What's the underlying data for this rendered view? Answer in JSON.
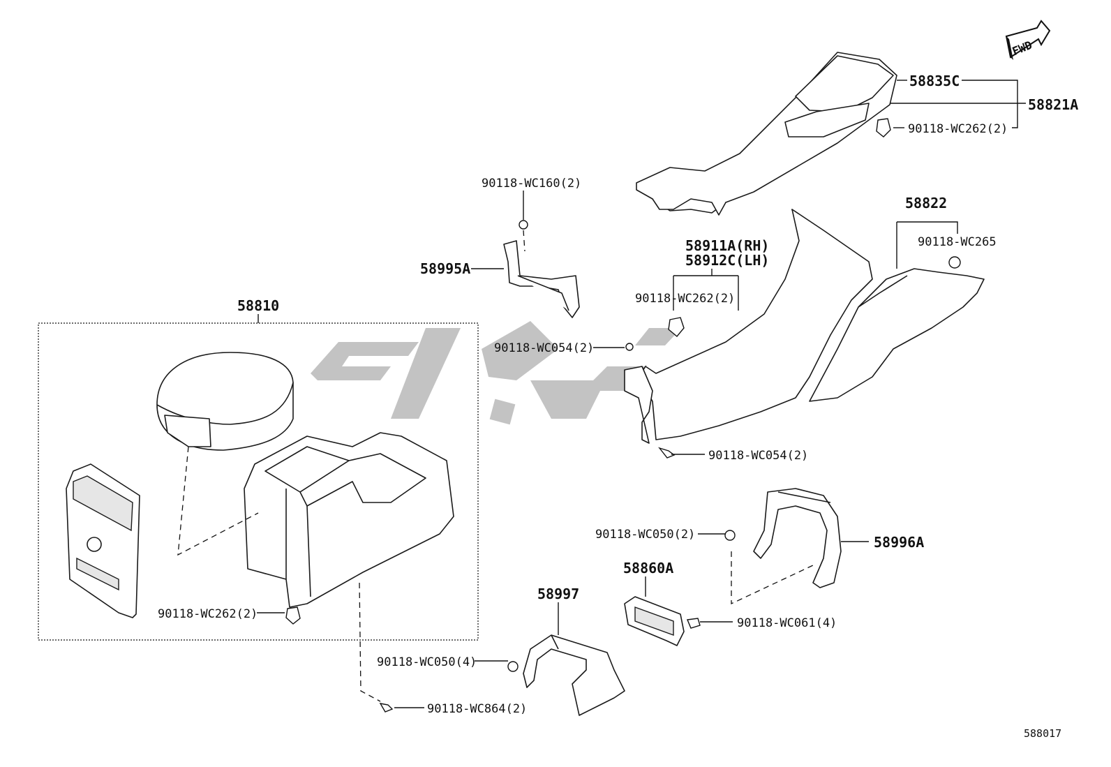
{
  "fwd_label": "FWD",
  "diagram_code": "588017",
  "assembly_label": "58810",
  "labels": {
    "l_58835C": "58835C",
    "l_58821A": "58821A",
    "l_wc262_top": "90118-WC262(2)",
    "l_wc160": "90118-WC160(2)",
    "l_58995A": "58995A",
    "l_58911A": "58911A(RH)",
    "l_58912C": "58912C(LH)",
    "l_wc262_mid": "90118-WC262(2)",
    "l_58822": "58822",
    "l_wc265": "90118-WC265",
    "l_wc054_a": "90118-WC054(2)",
    "l_wc054_b": "90118-WC054(2)",
    "l_wc050_right": "90118-WC050(2)",
    "l_58996A": "58996A",
    "l_58860A": "58860A",
    "l_wc061": "90118-WC061(4)",
    "l_58997": "58997",
    "l_wc050_left": "90118-WC050(4)",
    "l_wc864": "90118-WC864(2)",
    "l_wc262_low": "90118-WC262(2)"
  }
}
